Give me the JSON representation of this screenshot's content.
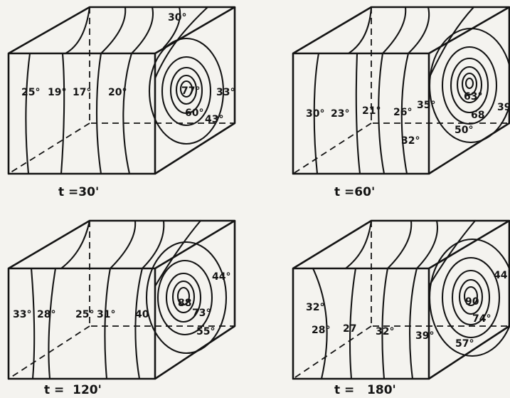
{
  "panels": [
    {
      "time_label": "t =30'",
      "labels": [
        "30°",
        "25°",
        "19°",
        "17°",
        "20°",
        "77°",
        "33°",
        "60°",
        "43°"
      ]
    },
    {
      "time_label": "t =60'",
      "labels": [
        "30°",
        "23°",
        "21°",
        "26°",
        "35°",
        "63°",
        "39",
        "68",
        "50°",
        "32°"
      ]
    },
    {
      "time_label": "t =  120'",
      "labels": [
        "44°",
        "88",
        "73°",
        "33°",
        "28°",
        "25°",
        "31°",
        "40",
        "55°"
      ]
    },
    {
      "time_label": "t =   180'",
      "labels": [
        "32°",
        "44",
        "90",
        "28°",
        "27",
        "32°",
        "39°",
        "74°",
        "57°"
      ]
    }
  ],
  "colors": {
    "ink": "#141414",
    "paper": "#f4f3ef"
  }
}
